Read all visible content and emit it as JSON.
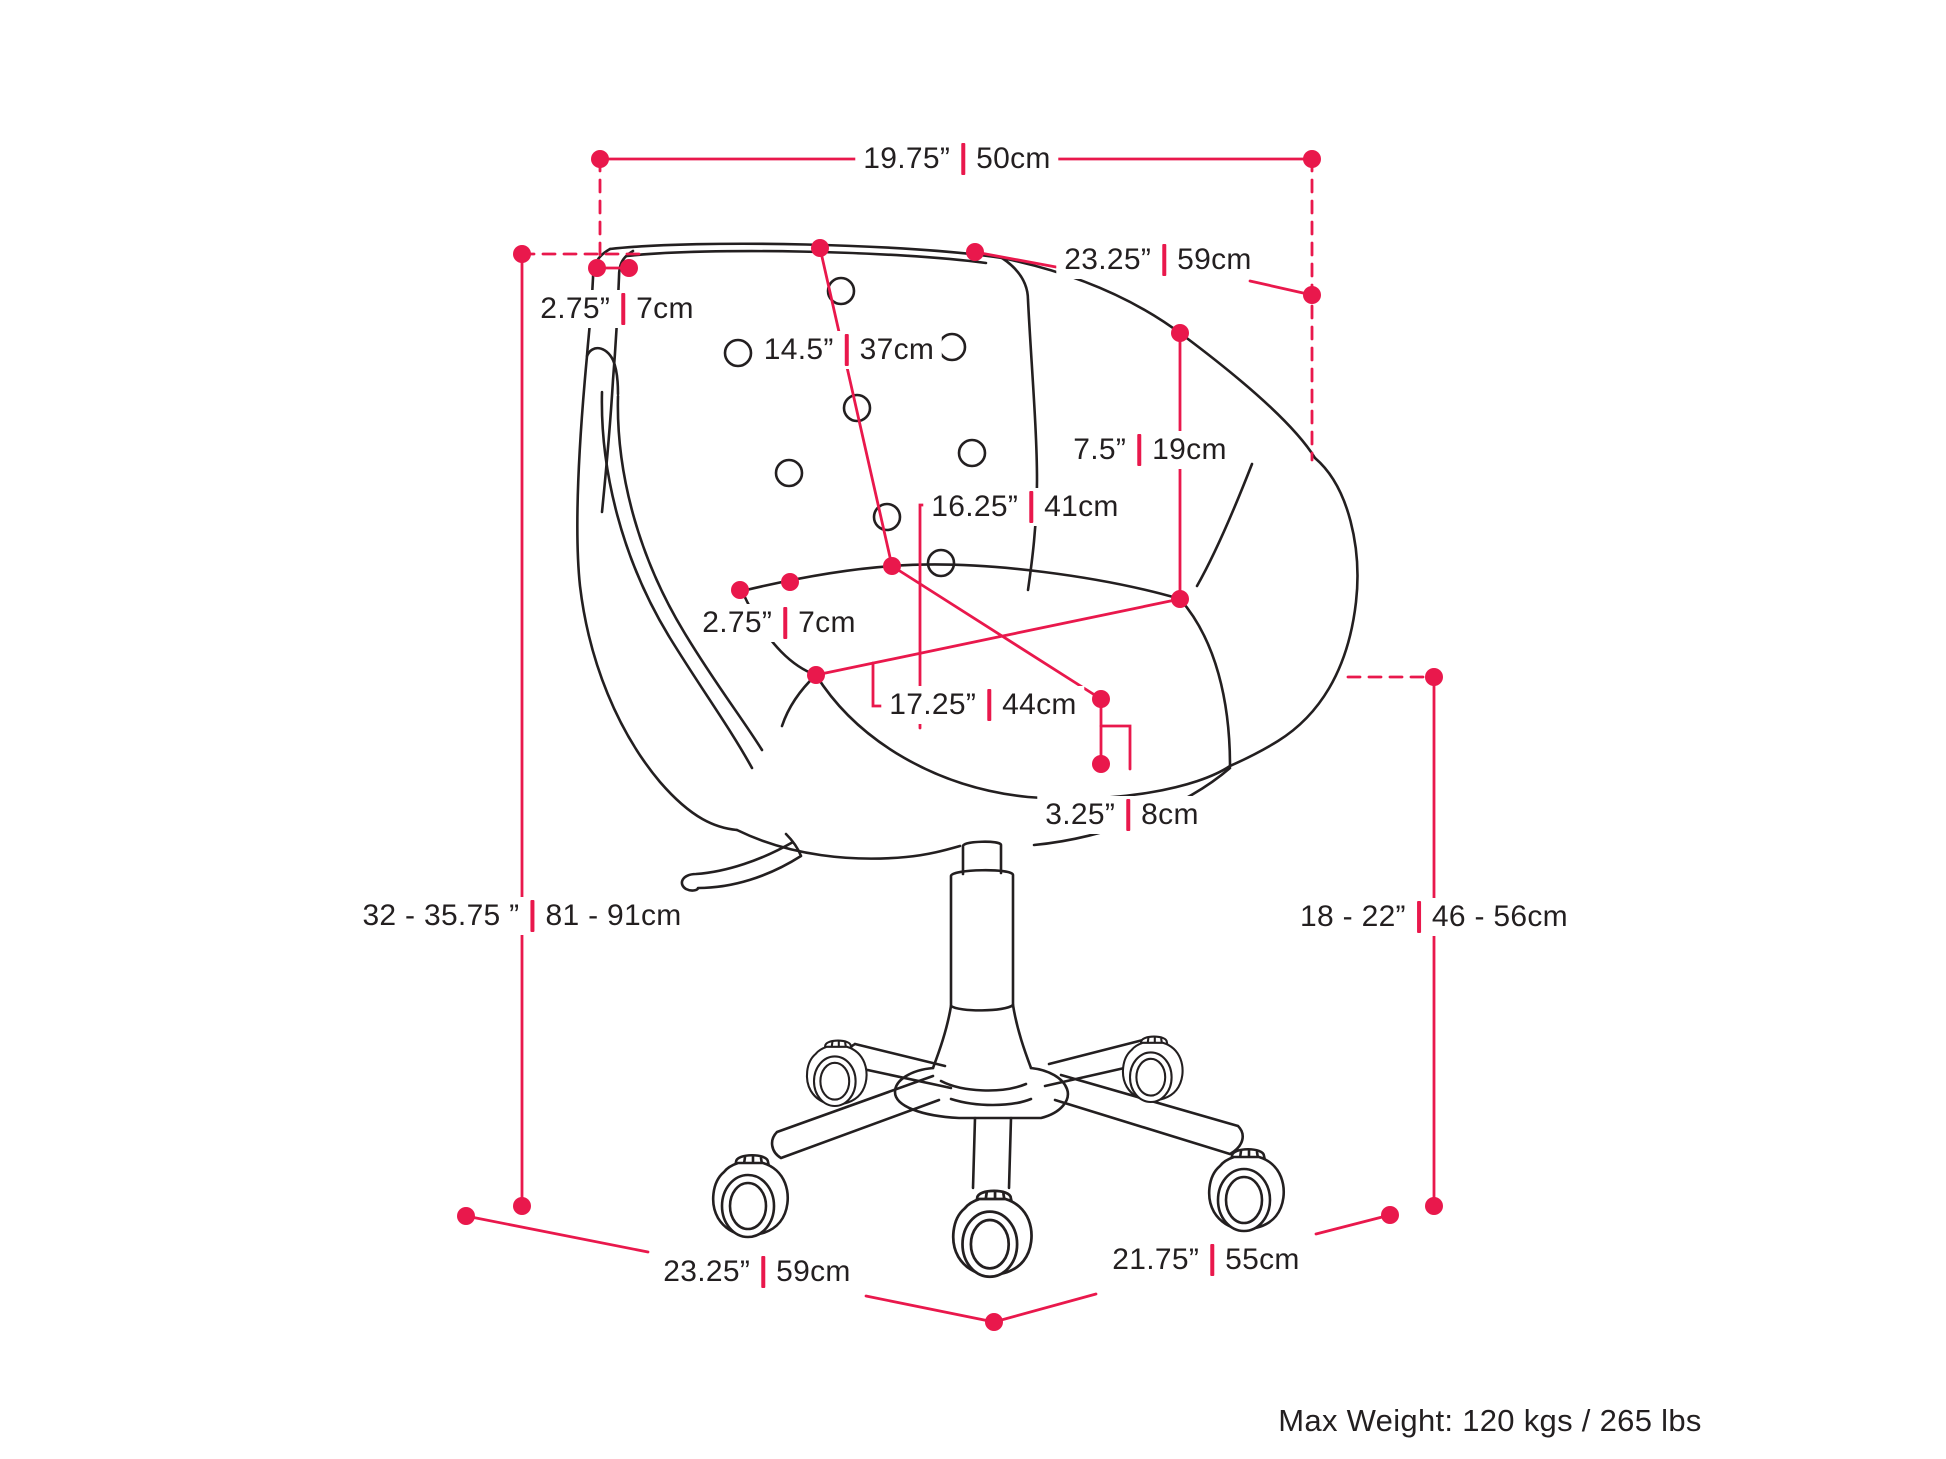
{
  "page": {
    "background": "#ffffff",
    "accent_color": "#e9184c",
    "line_color": "#231f20",
    "subject": "office chair dimension diagram"
  },
  "dimensions": {
    "overall_width": {
      "inches": "19.75”",
      "cm": "50cm"
    },
    "overall_depth": {
      "inches": "23.25”",
      "cm": "59cm"
    },
    "backrest_top_thickness": {
      "inches": "2.75”",
      "cm": "7cm"
    },
    "backrest_diagonal": {
      "inches": "14.5”",
      "cm": "37cm"
    },
    "armrest_height": {
      "inches": "7.5”",
      "cm": "19cm"
    },
    "seat_width": {
      "inches": "16.25”",
      "cm": "41cm"
    },
    "seat_side_thickness": {
      "inches": "2.75”",
      "cm": "7cm"
    },
    "seat_depth": {
      "inches": "17.25”",
      "cm": "44cm"
    },
    "seat_cushion_thickness": {
      "inches": "3.25”",
      "cm": "8cm"
    },
    "overall_height_range": {
      "inches": "32 - 35.75 ”",
      "cm": "81 - 91cm"
    },
    "seat_height_range": {
      "inches": "18 - 22”",
      "cm": "46 - 56cm"
    },
    "base_width": {
      "inches": "23.25”",
      "cm": "59cm"
    },
    "base_depth": {
      "inches": "21.75”",
      "cm": "55cm"
    }
  },
  "notes": {
    "max_weight": "Max Weight: 120 kgs / 265 lbs"
  }
}
